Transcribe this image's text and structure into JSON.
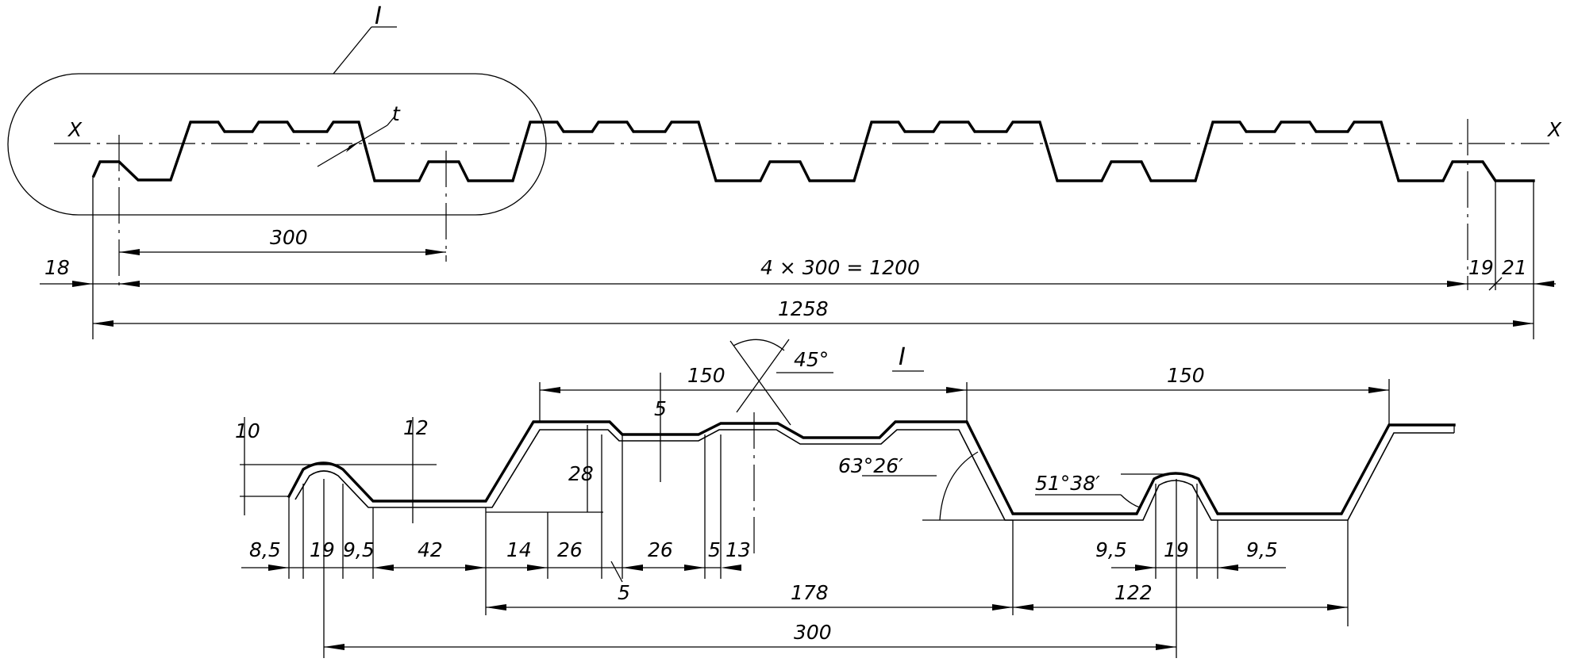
{
  "detail_label": "I",
  "axis_label": "X",
  "thickness_label": "t",
  "overall": {
    "pitch": "300",
    "pitch_total": "4 × 300 = 1200",
    "total_width": "1258",
    "left_edge": "18",
    "right_a": "19",
    "right_b": "21"
  },
  "detail": {
    "angle_top": "45°",
    "half_left": "150",
    "half_right": "150",
    "rib_depth": "5",
    "height_left": "10",
    "height_mid": "12",
    "profile_height": "28",
    "web_angle": "63°26′",
    "small_angle": "51°38′",
    "bottom_dims": [
      "8,5",
      "19",
      "9,5",
      "42",
      "14",
      "26",
      "26",
      "5",
      "13"
    ],
    "right_dims": [
      "9,5",
      "19",
      "9,5"
    ],
    "lead_5": "5",
    "d178": "178",
    "d122": "122",
    "d300": "300"
  }
}
